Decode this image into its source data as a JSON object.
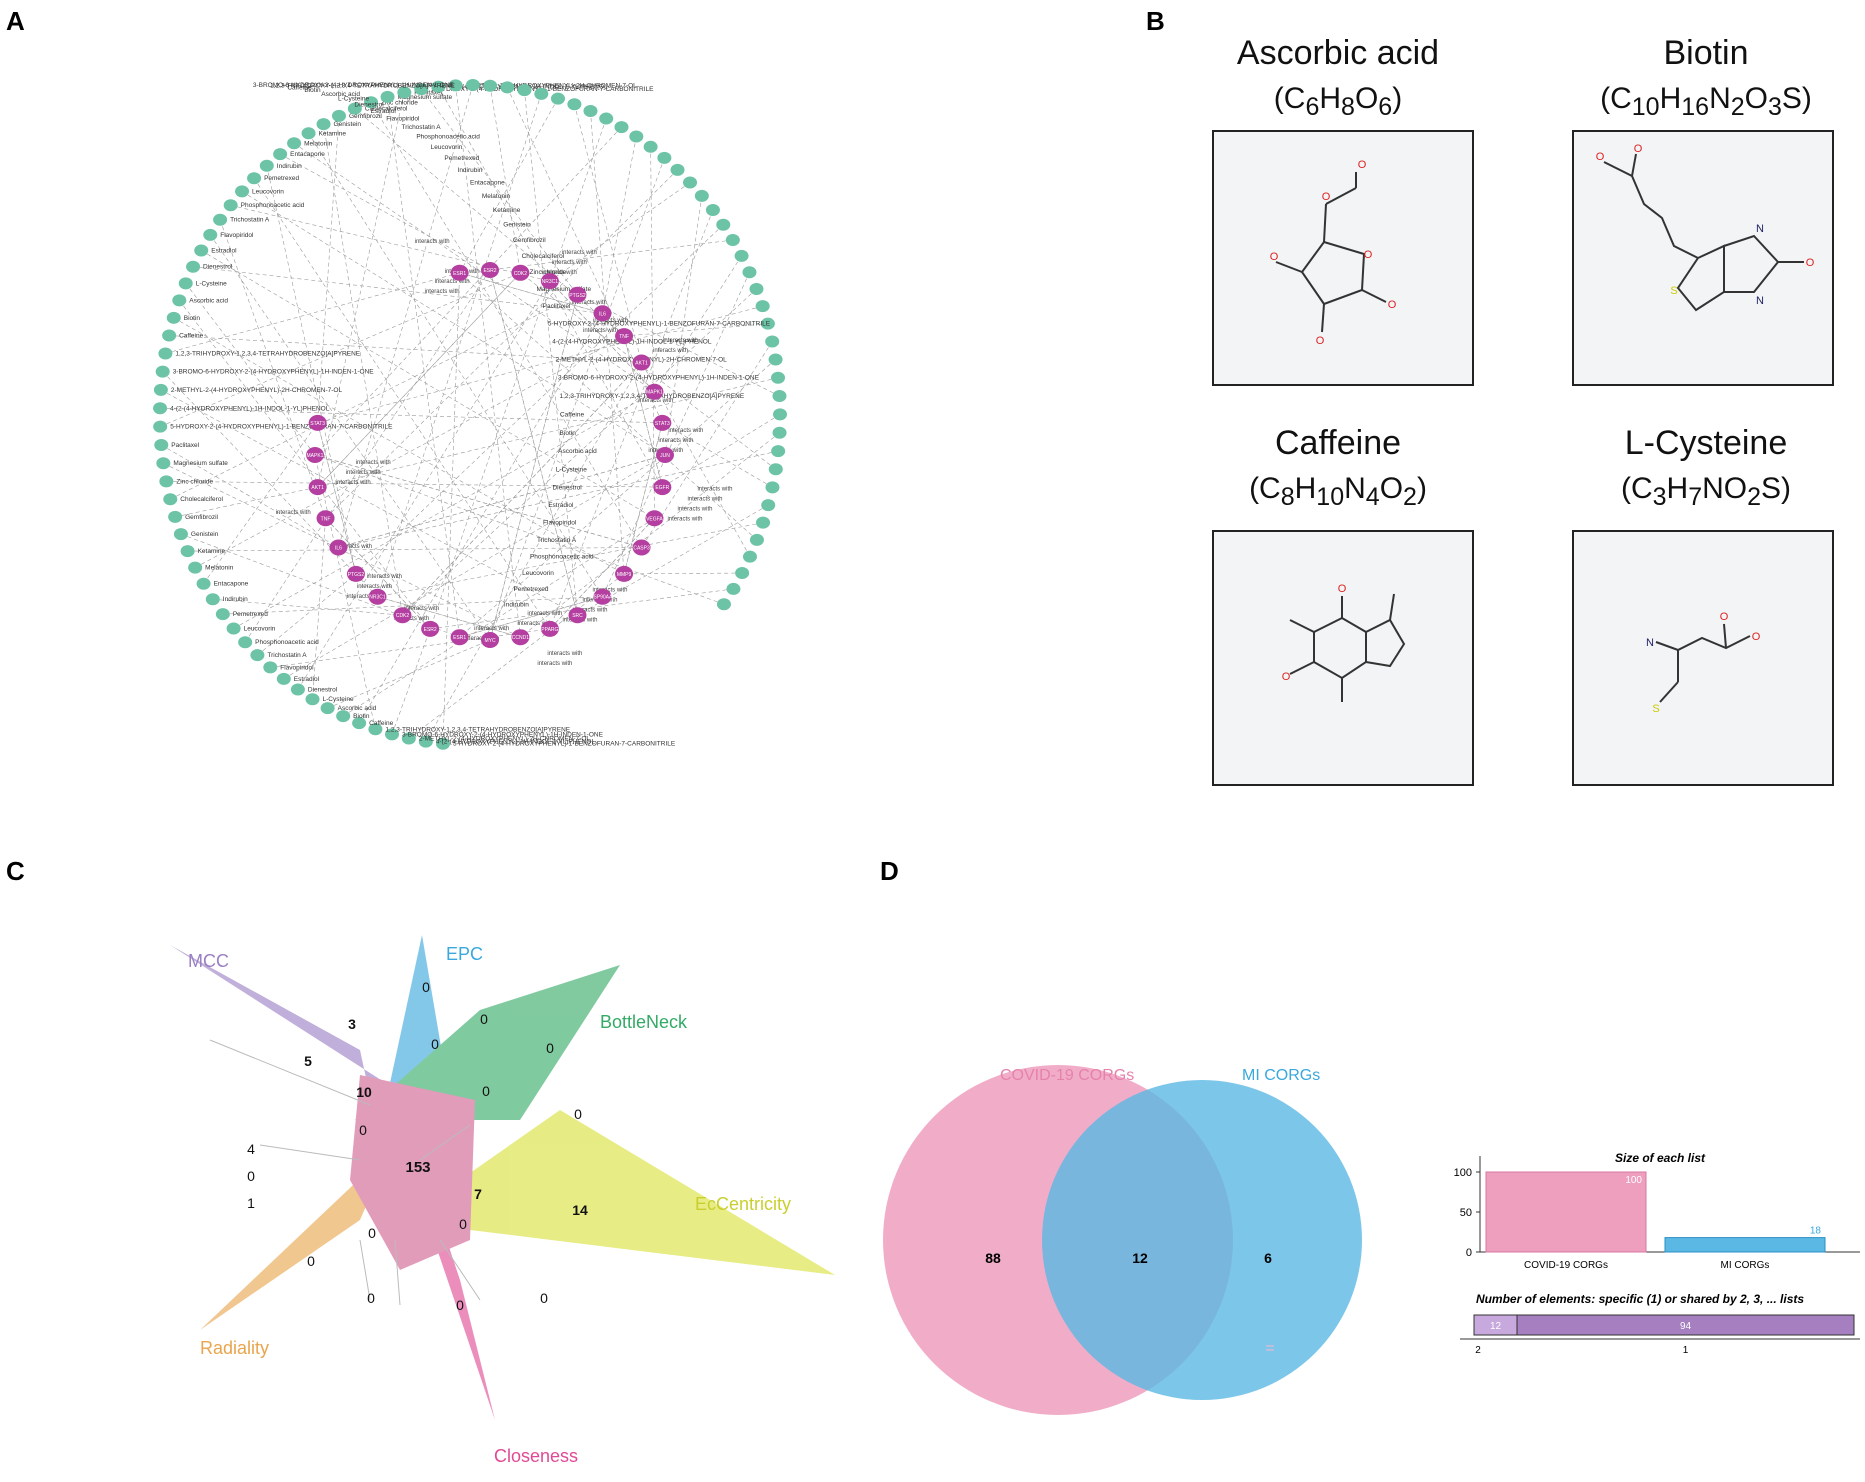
{
  "panels": {
    "a": "A",
    "b": "B",
    "c": "C",
    "d": "D"
  },
  "colors": {
    "drug_node": "#6cc3a6",
    "gene_node": "#b43fa0",
    "edge": "#9a9a9a",
    "covid": "#ee9fbe",
    "mi": "#5bb8e4"
  },
  "network": {
    "edge_label": "interacts with",
    "drug_labels": [
      "5-HYDROXY-2-(4-HYDROXYPHENYL)-1-BENZOFURAN-7-CARBONITRILE",
      "4-(2-(4-HYDROXYPHENYL)-1H-INDOL-1-YL)PHENOL",
      "2-METHYL-2-(4-HYDROXYPHENYL)-2H-CHROMEN-7-OL",
      "3-BROMO-6-HYDROXY-2-(4-HYDROXYPHENYL)-1H-INDEN-1-ONE",
      "1,2,3-TRIHYDROXY-1,2,3,4-TETRAHYDROBENZO[A]PYRENE",
      "Caffeine",
      "Biotin",
      "Ascorbic acid",
      "L-Cysteine",
      "Dienestrol",
      "Estradiol",
      "Flavopiridol",
      "Trichostatin A",
      "Phosphonoacetic acid",
      "Leucovorin",
      "Pemetrexed",
      "Indirubin",
      "Entacapone",
      "Melatonin",
      "Ketamine",
      "Genistein",
      "Gemfibrozil",
      "Cholecalciferol",
      "Zinc chloride",
      "Magnesium sulfate",
      "Paclitaxel"
    ],
    "gene_labels": [
      "ESR1",
      "ESR2",
      "CDK2",
      "NR3C1",
      "PTGS2",
      "IL6",
      "TNF",
      "AKT1",
      "MAPK1",
      "STAT3",
      "JUN",
      "EGFR",
      "VEGFA",
      "CASP3",
      "MMP9",
      "HSP90AA1",
      "SRC",
      "PPARG",
      "CCND1",
      "MYC"
    ]
  },
  "molecules": [
    {
      "name": "Ascorbic acid",
      "formula_html": "(C<sub>6</sub>H<sub>8</sub>O<sub>6</sub>)",
      "icon": "ascorbic-acid-structure"
    },
    {
      "name": "Biotin",
      "formula_html": "(C<sub>10</sub>H<sub>16</sub>N<sub>2</sub>O<sub>3</sub>S)",
      "icon": "biotin-structure"
    },
    {
      "name": "Caffeine",
      "formula_html": "(C<sub>8</sub>H<sub>10</sub>N<sub>4</sub>O<sub>2</sub>)",
      "icon": "caffeine-structure"
    },
    {
      "name": "L-Cysteine",
      "formula_html": "(C<sub>3</sub>H<sub>7</sub>NO<sub>2</sub>S)",
      "icon": "l-cysteine-structure"
    }
  ],
  "venn5": {
    "sets": [
      {
        "name": "MCC",
        "color": "#9a7fc4"
      },
      {
        "name": "EPC",
        "color": "#3aa8dc"
      },
      {
        "name": "BottleNeck",
        "color": "#33aa66"
      },
      {
        "name": "EcCentricity",
        "color": "#d8e03a"
      },
      {
        "name": "Radiality",
        "color": "#e9a54d"
      },
      {
        "name": "Closeness",
        "color": "#e04a94"
      }
    ],
    "counts": [
      "3",
      "5",
      "0",
      "0",
      "0",
      "10",
      "0",
      "0",
      "0",
      "153",
      "7",
      "4",
      "0",
      "1",
      "0",
      "14",
      "0",
      "0",
      "0",
      "0",
      "0",
      "0"
    ]
  },
  "venn2": {
    "left_label": "COVID-19 CORGs",
    "right_label": "MI CORGs",
    "left_only": "88",
    "both": "12",
    "right_only": "6",
    "mark": "="
  },
  "chart_data": [
    {
      "type": "bar",
      "title": "Size of each list",
      "categories": [
        "COVID-19 CORGs",
        "MI CORGs"
      ],
      "values": [
        100,
        18
      ],
      "value_labels": [
        "100",
        "18"
      ],
      "y_ticks": [
        "100",
        "50",
        "0"
      ],
      "ylim": [
        0,
        100
      ]
    },
    {
      "type": "bar",
      "title": "Number of elements: specific (1) or shared by 2, 3, ... lists",
      "categories": [
        "2",
        "1"
      ],
      "values": [
        12,
        94
      ],
      "value_labels": [
        "12",
        "94"
      ]
    }
  ]
}
